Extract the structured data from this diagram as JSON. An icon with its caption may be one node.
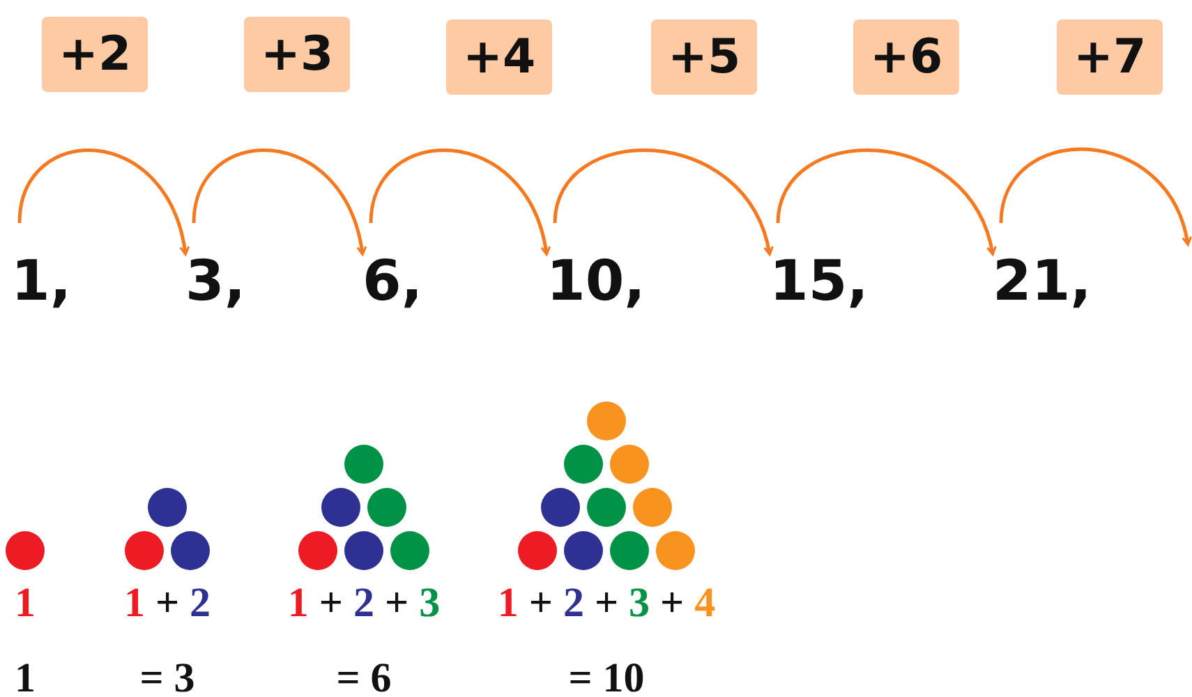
{
  "diagram": {
    "nodes": [
      {
        "text": [
          "+2"
        ]
      },
      {
        "text": [
          "+3"
        ]
      },
      {
        "text": [
          "+4"
        ]
      },
      {
        "text": [
          "+5"
        ]
      },
      {
        "text": [
          "+6"
        ]
      },
      {
        "text": [
          "+7"
        ]
      },
      {
        "text": [
          "1,"
        ]
      },
      {
        "text": [
          "3,"
        ]
      },
      {
        "text": [
          "6,"
        ]
      },
      {
        "text": [
          "10,"
        ]
      },
      {
        "text": [
          "15,"
        ]
      },
      {
        "text": [
          "21,"
        ]
      }
    ],
    "edges": [
      {
        "from": 6,
        "to": 7,
        "arrow": "to"
      },
      {
        "from": 7,
        "to": 8,
        "arrow": "to"
      },
      {
        "from": 8,
        "to": 9,
        "arrow": "to"
      },
      {
        "from": 9,
        "to": 10,
        "arrow": "to"
      },
      {
        "from": 10,
        "to": 11,
        "arrow": "to"
      },
      {
        "from": 11,
        "to": null,
        "arrow": "to"
      }
    ],
    "labels": [
      "1",
      "1 + 2",
      "1 + 2 + 3",
      "1 + 2 + 3 + 4",
      "1",
      "= 3",
      "= 6",
      "= 10"
    ]
  }
}
